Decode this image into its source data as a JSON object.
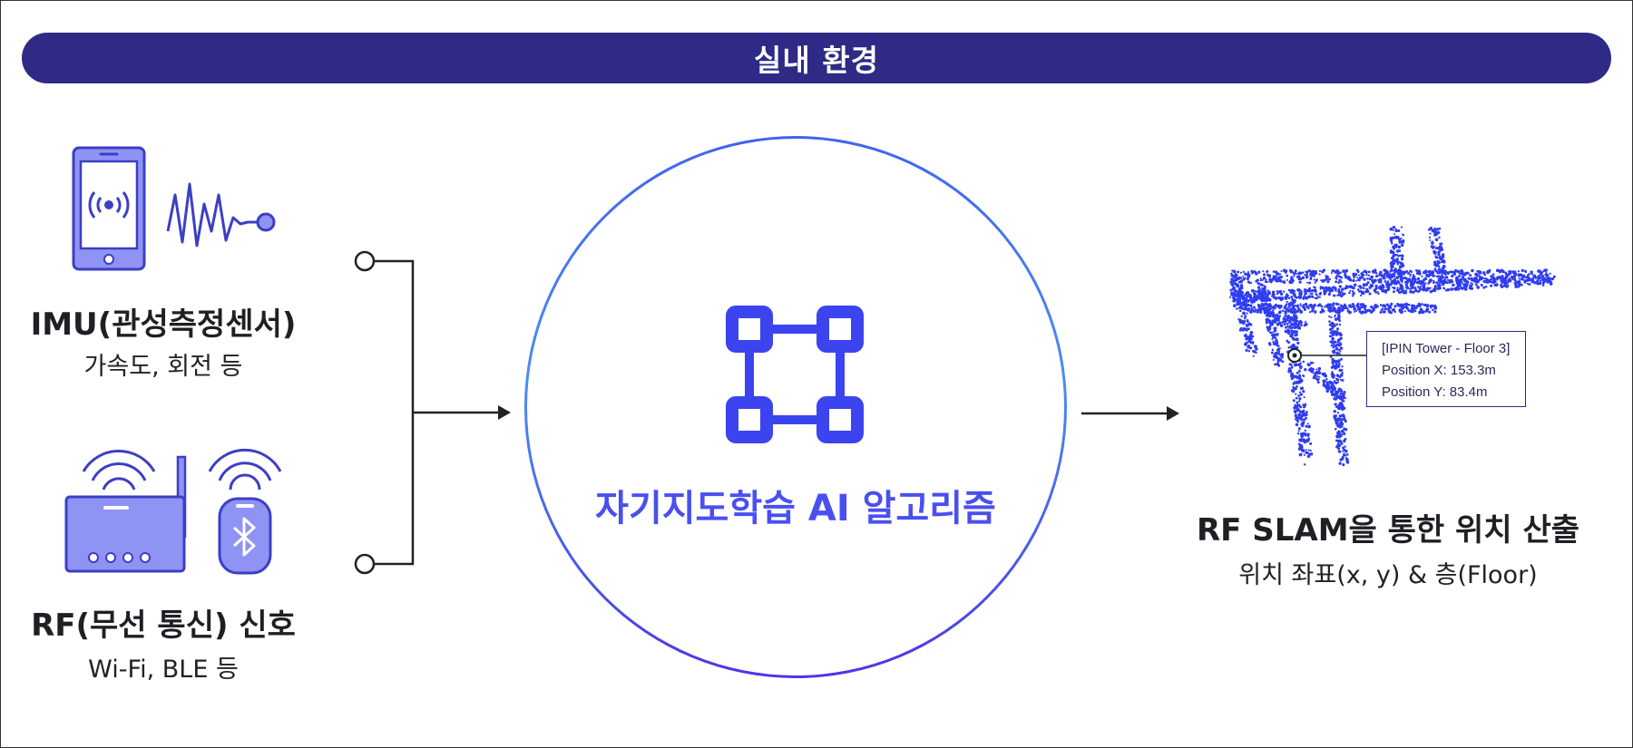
{
  "banner": {
    "title": "실내 환경"
  },
  "inputs": {
    "imu": {
      "title": "IMU(관성측정센서)",
      "subtitle": "가속도, 회전 등",
      "icons": [
        "smartphone-icon",
        "signal-broadcast-icon",
        "waveform-icon"
      ]
    },
    "rf": {
      "title": "RF(무선 통신) 신호",
      "subtitle": "Wi-Fi, BLE 등",
      "icons": [
        "wifi-router-icon",
        "bluetooth-beacon-icon",
        "wifi-signal-icon"
      ]
    }
  },
  "algorithm": {
    "label": "자기지도학습 AI 알고리즘",
    "icon": "network-nodes-icon"
  },
  "output": {
    "title": "RF SLAM을 통한 위치 산출",
    "subtitle": "위치 좌표(x, y) & 층(Floor)",
    "map_icon": "point-cloud-map-icon",
    "tooltip": {
      "line1": "[IPIN Tower - Floor 3]",
      "line2": "Position X: 153.3m",
      "line3": "Position Y: 83.4m"
    }
  },
  "colors": {
    "banner": "#2e2a86",
    "accent": "#4a4ff0",
    "icon_fill": "#8f93f3",
    "icon_stroke": "#3c3fc4",
    "point_cloud": "#2f3cf0"
  }
}
